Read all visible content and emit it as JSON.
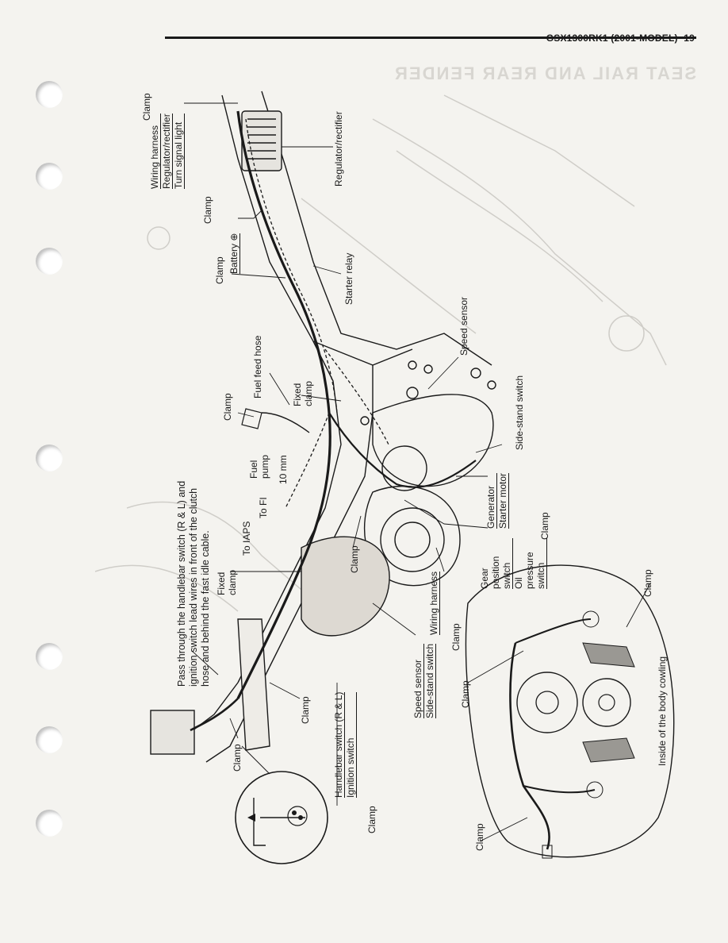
{
  "header": {
    "page_title": "GSX1300RK1 (2001-MODEL)",
    "page_number": "19",
    "faded_section_title": "SEAT RAIL AND REAR FENDER"
  },
  "labels": {
    "clamp": "Clamp",
    "wiring_group_top": [
      "Wiring harness",
      "Regulator/rectifier",
      "Turn signal light"
    ],
    "regulator_rectifier": "Regulator/rectifier",
    "battery_plus": "Battery ⊕",
    "starter_relay": "Starter relay",
    "speed_sensor": "Speed sensor",
    "fuel_feed_hose": "Fuel feed hose",
    "fixed_clamp": "Fixed clamp",
    "side_stand_switch": "Side-stand switch",
    "fuel_pump": "Fuel pump",
    "dim_10mm": "10 mm",
    "to_fi": "To FI",
    "to_iaps": "To IAPS",
    "generator_group": [
      "Generator",
      "Starter motor"
    ],
    "gear_oil_group": [
      "Gear position switch",
      "Oil pressure switch"
    ],
    "wiring_harness": "Wiring harness",
    "speed_side_group": [
      "Speed sensor",
      "Side-stand switch"
    ],
    "handlebar_group": [
      "Handlebar switch (R & L)",
      "Ignition switch"
    ],
    "inside_body_cowling": "Inside of the body cowling",
    "pass_through_note": "Pass through the handlebar switch (R & L) and ignition switch lead wires in front of the clutch hose and behind the fast idle cable."
  }
}
